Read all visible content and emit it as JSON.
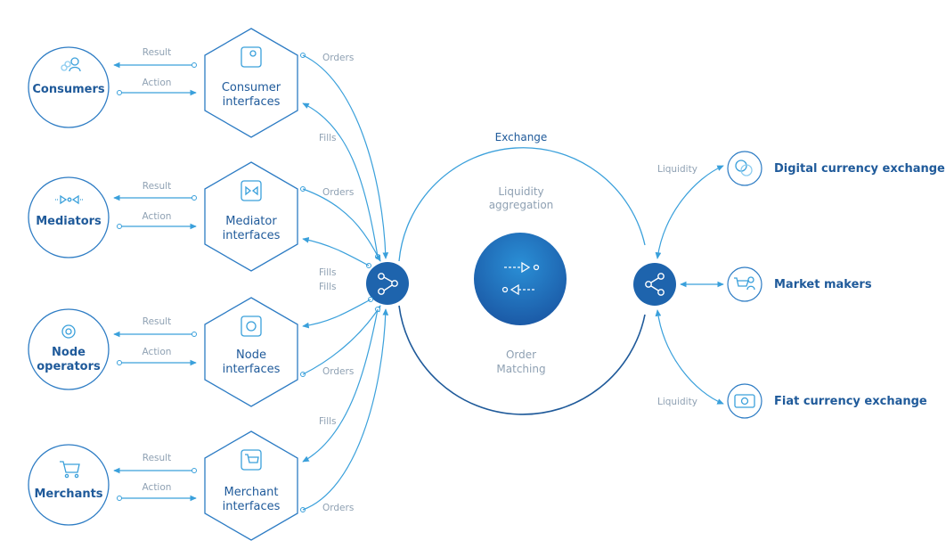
{
  "participants": [
    {
      "label_lines": [
        "Consumers"
      ],
      "icon": "people-icon",
      "result": "Result",
      "action": "Action",
      "interface_lines": [
        "Consumer",
        "interfaces"
      ],
      "side_labels": [
        "Orders",
        "Fills"
      ]
    },
    {
      "label_lines": [
        "Mediators"
      ],
      "icon": "mediator-icon",
      "result": "Result",
      "action": "Action",
      "interface_lines": [
        "Mediator",
        "interfaces"
      ],
      "side_labels": [
        "Orders",
        "Fills"
      ]
    },
    {
      "label_lines": [
        "Node",
        "operators"
      ],
      "icon": "gear-icon",
      "result": "Result",
      "action": "Action",
      "interface_lines": [
        "Node",
        "interfaces"
      ],
      "side_labels": [
        "Fills",
        "Orders"
      ]
    },
    {
      "label_lines": [
        "Merchants"
      ],
      "icon": "cart-icon",
      "result": "Result",
      "action": "Action",
      "interface_lines": [
        "Merchant",
        "interfaces"
      ],
      "side_labels": [
        "Fills",
        "Orders"
      ]
    }
  ],
  "exchange": {
    "title": "Exchange",
    "top_lines": [
      "Liquidity",
      "aggregation"
    ],
    "bottom_lines": [
      "Order",
      "Matching"
    ]
  },
  "externals": [
    {
      "label": "Digital currency exchange",
      "icon": "coins-icon",
      "flow_label": "Liquidity"
    },
    {
      "label": "Market makers",
      "icon": "cart-person-icon",
      "flow_label": ""
    },
    {
      "label": "Fiat currency exchange",
      "icon": "banknote-icon",
      "flow_label": "Liquidity"
    }
  ],
  "colors": {
    "primary": "#1f5a9a",
    "line": "#3aa0db",
    "hub": "#1e64ad",
    "muted": "#8fa1b3"
  }
}
